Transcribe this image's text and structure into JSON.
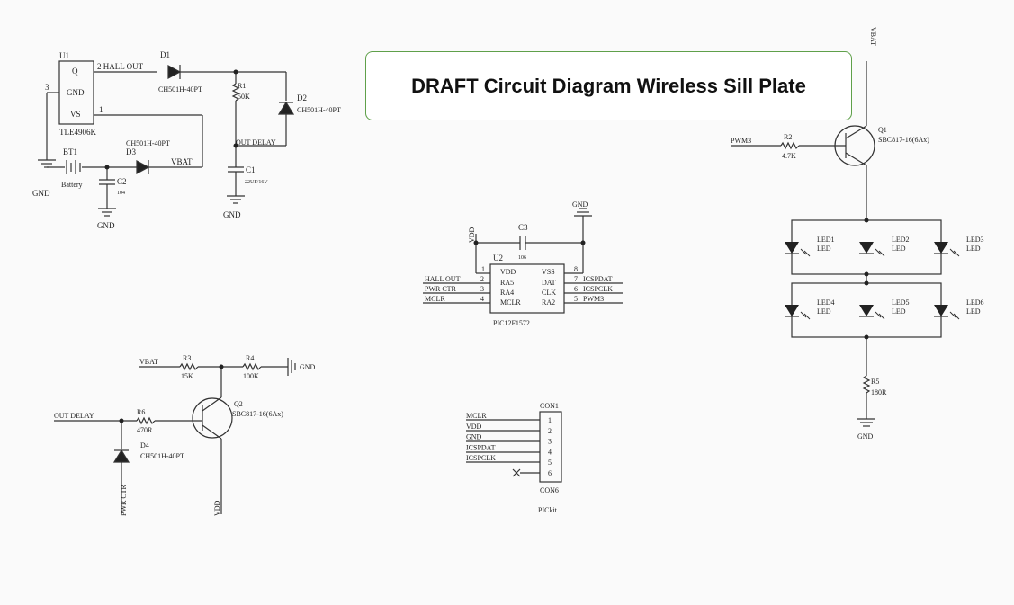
{
  "title": "DRAFT Circuit Diagram Wireless Sill Plate",
  "colors": {
    "wire": "#333333",
    "title_border": "#5fa04a",
    "background": "#fafafa"
  },
  "labels": {
    "u1": "U1",
    "u1_part": "TLE4906K",
    "u1_q": "Q",
    "u1_gnd": "GND",
    "u1_vs": "VS",
    "pin3": "3",
    "pin1": "1",
    "hall_out_net": "2 HALL OUT",
    "d1": "D1",
    "d1_part": "CH501H-40PT",
    "r1": "R1",
    "r1_val": "50K",
    "d2": "D2",
    "d2_part": "CH501H-40PT",
    "out_delay": "OUT DELAY",
    "c1": "C1",
    "c1_val": "22UF/16V",
    "bt1": "BT1",
    "battery": "Battery",
    "d3_part_top": "CH501H-40PT",
    "d3": "D3",
    "vbat": "VBAT",
    "c2": "C2",
    "c2_val": "104",
    "gnd": "GND",
    "vdd": "VDD",
    "c3": "C3",
    "c3_val": "106",
    "u2": "U2",
    "u2_part": "PIC12F1572",
    "u2_left_pins": [
      {
        "net": "HALL OUT",
        "num": "2",
        "name": "RA5"
      },
      {
        "net": "PWR CTR",
        "num": "3",
        "name": "RA4"
      },
      {
        "net": "MCLR",
        "num": "4",
        "name": "MCLR"
      }
    ],
    "u2_vdd_num": "1",
    "u2_vdd_name": "VDD",
    "u2_vss_num": "8",
    "u2_vss_name": "VSS",
    "u2_right_pins": [
      {
        "name": "DAT",
        "num": "7",
        "net": "ICSPDAT"
      },
      {
        "name": "CLK",
        "num": "6",
        "net": "ICSPCLK"
      },
      {
        "name": "RA2",
        "num": "5",
        "net": "PWM3"
      }
    ],
    "q1": "Q1",
    "q1_part": "SBC817-16(6Ax)",
    "pwm3": "PWM3",
    "r2": "R2",
    "r2_val": "4.7K",
    "leds": [
      "LED1",
      "LED2",
      "LED3",
      "LED4",
      "LED5",
      "LED6"
    ],
    "led_text": "LED",
    "r5": "R5",
    "r5_val": "180R",
    "r3": "R3",
    "r3_val": "15K",
    "r4": "R4",
    "r4_val": "100K",
    "r6": "R6",
    "r6_val": "470R",
    "q2": "Q2",
    "q2_part": "SBC817-16(6Ax)",
    "d4": "D4",
    "d4_part": "CH501H-40PT",
    "pwr_ctr": "PWR CTR",
    "con1": "CON1",
    "con6": "CON6",
    "pickit": "PICkit",
    "con_pins": [
      {
        "num": "1",
        "net": "MCLR"
      },
      {
        "num": "2",
        "net": "VDD"
      },
      {
        "num": "3",
        "net": "GND"
      },
      {
        "num": "4",
        "net": "ICSPDAT"
      },
      {
        "num": "5",
        "net": "ICSPCLK"
      },
      {
        "num": "6",
        "net": ""
      }
    ]
  }
}
